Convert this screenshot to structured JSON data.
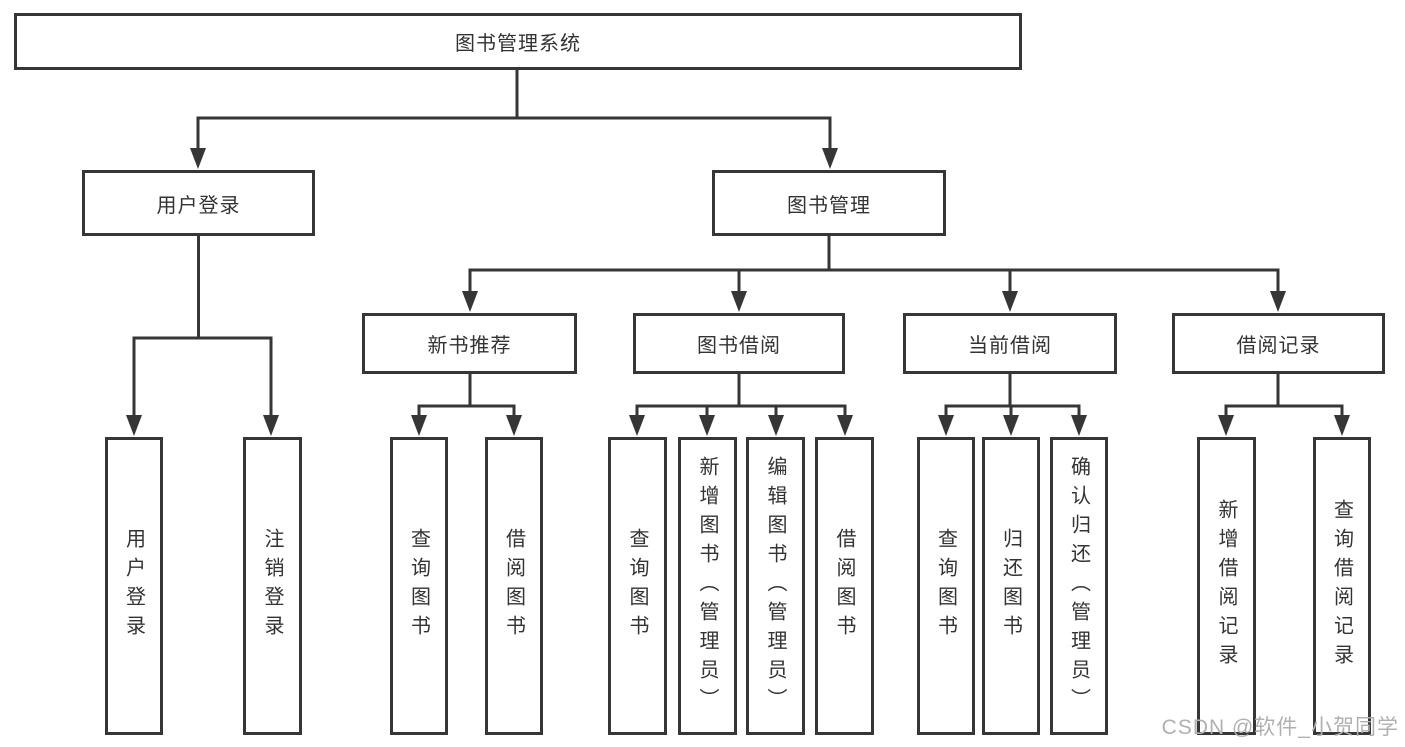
{
  "diagram": {
    "root": "图书管理系统",
    "branches": [
      {
        "label": "用户登录",
        "children": [
          {
            "label": "用户登录"
          },
          {
            "label": "注销登录"
          }
        ]
      },
      {
        "label": "图书管理",
        "children": [
          {
            "label": "新书推荐",
            "children": [
              {
                "label": "查询图书"
              },
              {
                "label": "借阅图书"
              }
            ]
          },
          {
            "label": "图书借阅",
            "children": [
              {
                "label": "查询图书"
              },
              {
                "label": "新增图书（管理员）"
              },
              {
                "label": "编辑图书（管理员）"
              },
              {
                "label": "借阅图书"
              }
            ]
          },
          {
            "label": "当前借阅",
            "children": [
              {
                "label": "查询图书"
              },
              {
                "label": "归还图书"
              },
              {
                "label": "确认归还（管理员）"
              }
            ]
          },
          {
            "label": "借阅记录",
            "children": [
              {
                "label": "新增借阅记录"
              },
              {
                "label": "查询借阅记录"
              }
            ]
          }
        ]
      }
    ]
  },
  "watermark": {
    "text": "CSDN @软件_小贺同学"
  },
  "colors": {
    "line": "#363636",
    "border": "#363636",
    "text": "#333333",
    "background": "#ffffff",
    "watermark": "#b0b0b0"
  }
}
